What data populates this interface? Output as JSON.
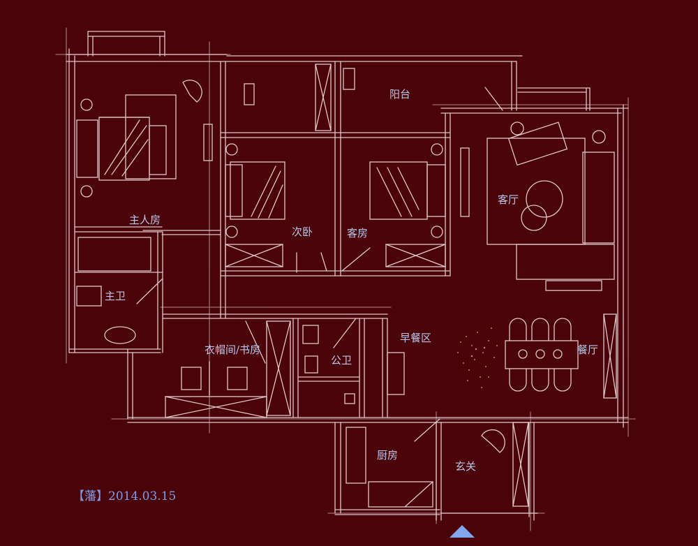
{
  "rooms": {
    "master_bedroom": "主人房",
    "master_bath": "主卫",
    "cloakroom_study": "衣帽间/书房",
    "second_bedroom": "次卧",
    "guest_room": "客房",
    "balcony": "阳台",
    "living_room": "客厅",
    "breakfast_area": "早餐区",
    "dining_room": "餐厅",
    "public_bath": "公卫",
    "kitchen": "厨房",
    "entrance": "玄关"
  },
  "signature": {
    "mark": "【藩】",
    "date": "2014.03.15"
  },
  "colors": {
    "background": "#4a0309",
    "lines": "#ecd9d9",
    "labels": "#b8c8ea",
    "signature": "#7e9ce6",
    "north_arrow": "#7fa6ee"
  }
}
